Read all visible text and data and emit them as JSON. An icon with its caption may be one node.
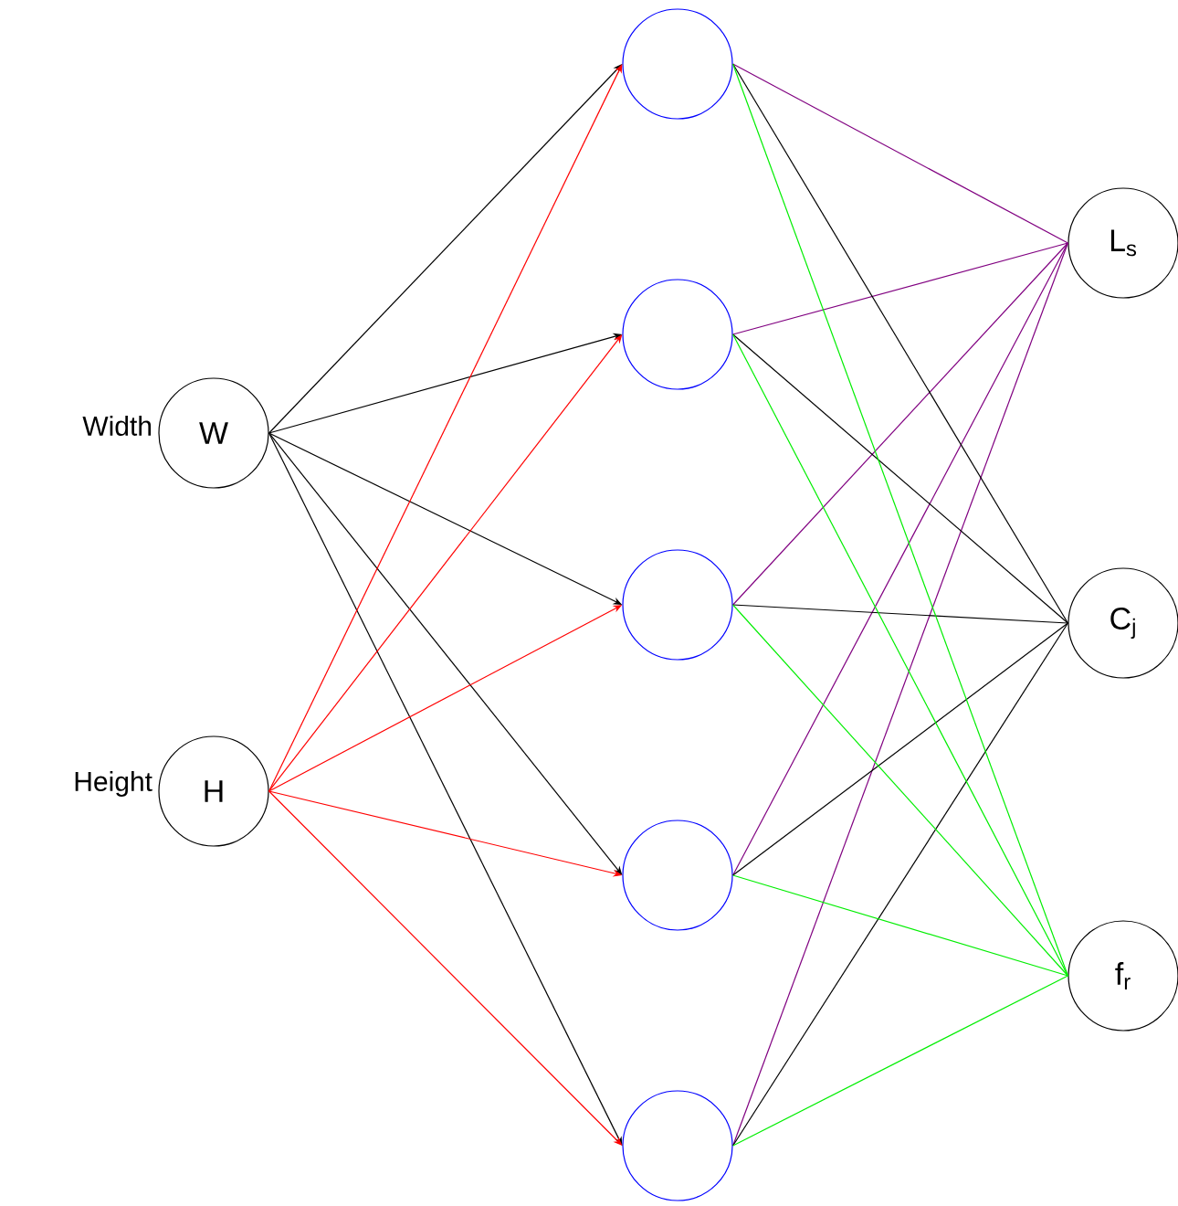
{
  "diagram": {
    "nodes": [
      {
        "text": [
          "W"
        ],
        "beside": [
          "Width"
        ]
      },
      {
        "text": [
          "H"
        ],
        "beside": [
          "Height"
        ]
      },
      {
        "text": [],
        "shape": "circle"
      },
      {
        "text": [],
        "shape": "circle"
      },
      {
        "text": [],
        "shape": "circle"
      },
      {
        "text": [],
        "shape": "circle"
      },
      {
        "text": [],
        "shape": "circle"
      },
      {
        "text": [
          "L$_{s}$"
        ]
      },
      {
        "text": [
          "C$_{j}$"
        ]
      },
      {
        "text": [
          "f$_{r}$"
        ]
      }
    ],
    "edges": [
      {
        "from": 0,
        "to": 2,
        "arrow": "to"
      },
      {
        "from": 0,
        "to": 3,
        "arrow": "to"
      },
      {
        "from": 0,
        "to": 4,
        "arrow": "to"
      },
      {
        "from": 0,
        "to": 5,
        "arrow": "to"
      },
      {
        "from": 0,
        "to": 6,
        "arrow": "to"
      },
      {
        "from": 1,
        "to": 2,
        "arrow": "to",
        "color": "#ff0000"
      },
      {
        "from": 1,
        "to": 3,
        "arrow": "to",
        "color": "#ff0000"
      },
      {
        "from": 1,
        "to": 4,
        "arrow": "to",
        "color": "#ff0000"
      },
      {
        "from": 1,
        "to": 5,
        "arrow": "to",
        "color": "#ff0000"
      },
      {
        "from": 1,
        "to": 6,
        "arrow": "to",
        "color": "#ff0000"
      },
      {
        "from": 2,
        "to": 7,
        "arrow": "none",
        "color": "#800080"
      },
      {
        "from": 3,
        "to": 7,
        "arrow": "none",
        "color": "#800080"
      },
      {
        "from": 4,
        "to": 7,
        "arrow": "none",
        "color": "#800080"
      },
      {
        "from": 5,
        "to": 7,
        "arrow": "none",
        "color": "#800080"
      },
      {
        "from": 6,
        "to": 7,
        "arrow": "none",
        "color": "#800080"
      },
      {
        "from": 2,
        "to": 8,
        "arrow": "none"
      },
      {
        "from": 3,
        "to": 8,
        "arrow": "none"
      },
      {
        "from": 4,
        "to": 8,
        "arrow": "none"
      },
      {
        "from": 5,
        "to": 8,
        "arrow": "none"
      },
      {
        "from": 6,
        "to": 8,
        "arrow": "none"
      },
      {
        "from": 2,
        "to": 9,
        "arrow": "none",
        "color": "#00ee00"
      },
      {
        "from": 3,
        "to": 9,
        "arrow": "none",
        "color": "#00ee00"
      },
      {
        "from": 4,
        "to": 9,
        "arrow": "none",
        "color": "#00ee00"
      },
      {
        "from": 5,
        "to": 9,
        "arrow": "none",
        "color": "#00ee00"
      },
      {
        "from": 6,
        "to": 9,
        "arrow": "none",
        "color": "#00ee00"
      }
    ]
  }
}
